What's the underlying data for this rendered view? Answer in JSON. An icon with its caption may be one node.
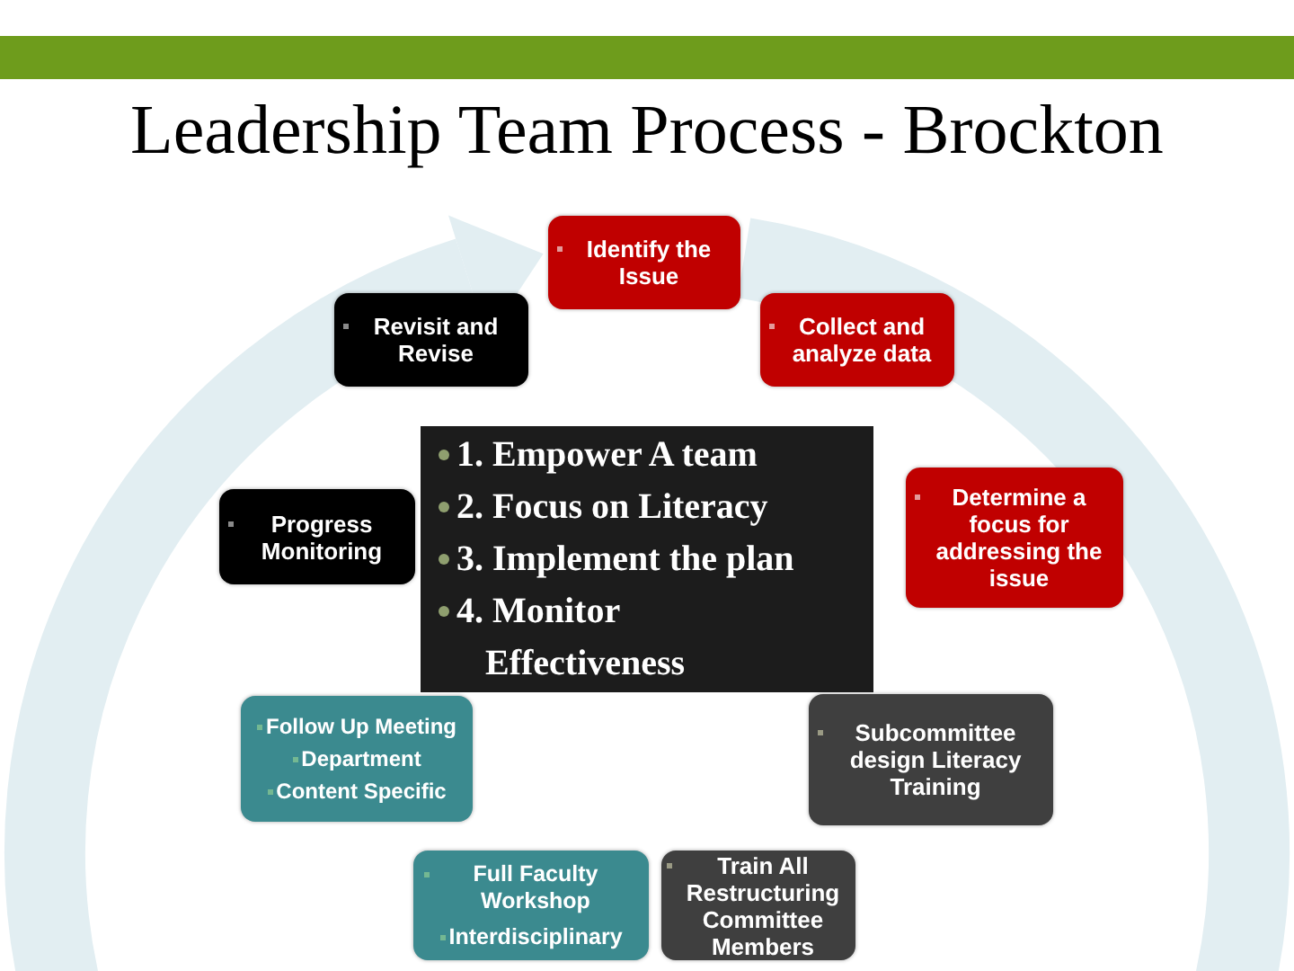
{
  "diagram": {
    "title": "Leadership Team Process - Brockton",
    "nodes": [
      {
        "text": [
          "Identify the Issue"
        ]
      },
      {
        "text": [
          "Collect and analyze data"
        ]
      },
      {
        "text": [
          "Determine a focus for addressing the issue"
        ]
      },
      {
        "text": [
          "Subcommittee design Literacy Training"
        ]
      },
      {
        "text": [
          "Train All Restructuring Committee Members"
        ]
      },
      {
        "text": [
          "Full Faculty Workshop",
          "Interdisciplinary"
        ]
      },
      {
        "text": [
          "Follow Up Meeting",
          "Department",
          "Content Specific"
        ]
      },
      {
        "text": [
          "Progress Monitoring"
        ]
      },
      {
        "text": [
          "Revisit and Revise"
        ]
      },
      {
        "text": [
          "1. Empower A team",
          "2. Focus on Literacy",
          "3. Implement the plan",
          "4. Monitor Effectiveness"
        ]
      }
    ]
  }
}
